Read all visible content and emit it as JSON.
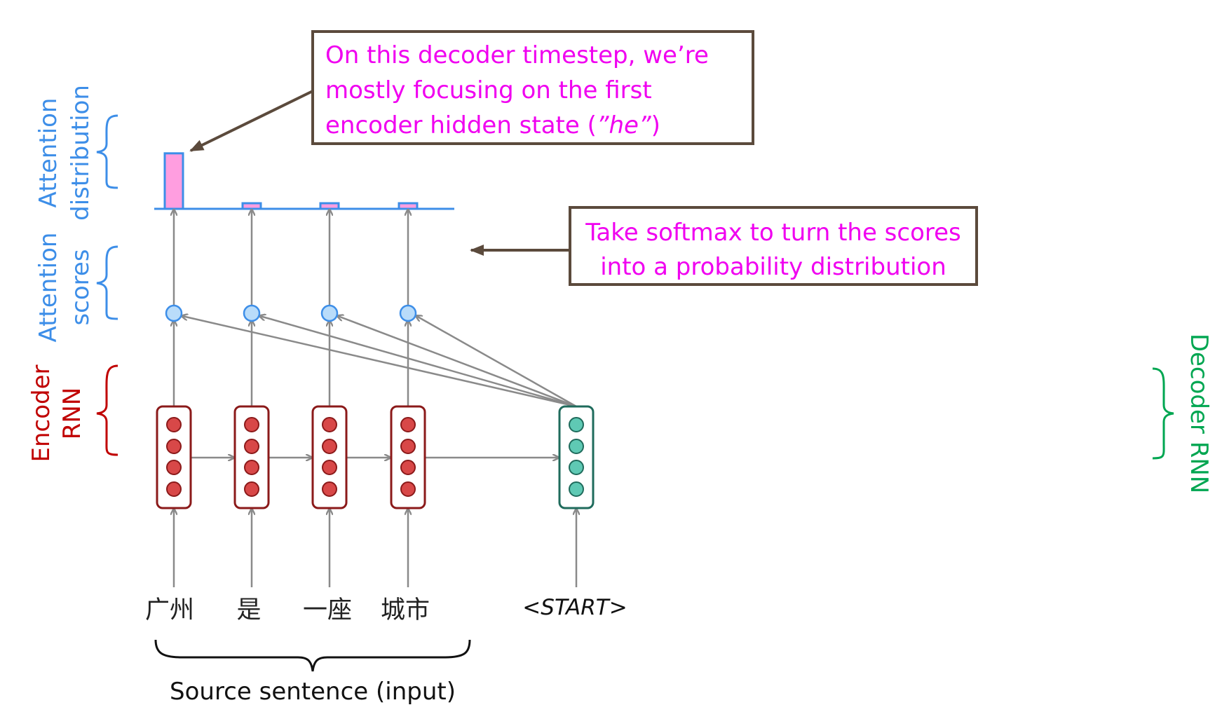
{
  "colors": {
    "encoder": "#c00000",
    "decoder": "#00a651",
    "attention": "#3d8ee8",
    "callout": "#f000f0",
    "arrow": "#8a8a8a",
    "callout_border": "#5b4a3c",
    "bar_fill": "#ff9ee0",
    "encoder_unit_fill": "#d84848",
    "decoder_unit_fill": "#5fc9b4",
    "score_fill": "#b9dcfa"
  },
  "labels": {
    "attention_distribution": [
      "Attention",
      "distribution"
    ],
    "attention_scores": [
      "Attention",
      "scores"
    ],
    "encoder_rnn": [
      "Encoder",
      "RNN"
    ],
    "decoder_rnn": "Decoder RNN"
  },
  "callout_1": {
    "lines": [
      "On this decoder timestep, we’re",
      "mostly focusing on the first"
    ],
    "line3_prefix": "encoder hidden state (",
    "line3_italic": "”he”",
    "line3_suffix": ")"
  },
  "callout_2": {
    "lines": [
      "Take softmax to turn the scores",
      "into a probability distribution"
    ]
  },
  "source_words": [
    "广州",
    "是",
    "一座",
    "城市"
  ],
  "start_token": "<START>",
  "source_caption": "Source sentence (input)",
  "attention_values": [
    0.9,
    0.09,
    0.09,
    0.09
  ],
  "encoder_units_per_cell": 4,
  "decoder_units_per_cell": 4
}
